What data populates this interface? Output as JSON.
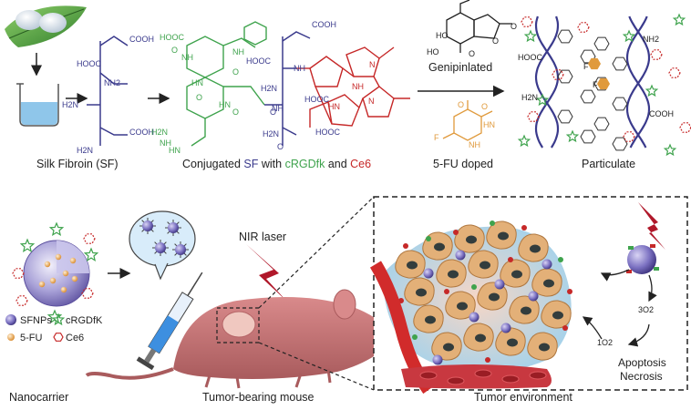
{
  "top": {
    "step1_label": "Silk Fibroin (SF)",
    "step2_label_prefix": "Conjugated ",
    "step2_label_sf": "SF",
    "step2_label_mid": " with ",
    "step2_label_rgd": "cRGDfk",
    "step2_label_and": " and ",
    "step2_label_ce6": "Ce6",
    "step3_top_label": "Genipinlated",
    "step3_bottom_label": "5-FU doped",
    "step4_label": "Particulate",
    "sf_groups": [
      "COOH",
      "HOOC",
      "NH2",
      "H2N",
      "COOH",
      "H2N"
    ],
    "conj_groups": [
      "COOH",
      "HOOC",
      "NH",
      "H2N",
      "O",
      "NH",
      "H2N",
      "O",
      "HOOC",
      "HOOC"
    ],
    "rgd_groups": [
      "HOOC",
      "O",
      "NH",
      "NH",
      "O",
      "HN",
      "O",
      "HN",
      "O",
      "H2N",
      "NH",
      "HN"
    ],
    "ce6_groups": [
      "NH",
      "N",
      "N",
      "HN"
    ],
    "genipin_groups": [
      "HO",
      "HO",
      "O",
      "O",
      "O"
    ],
    "fu_groups": [
      "O",
      "HN",
      "NH",
      "O",
      "F"
    ],
    "particle_groups": [
      "HOOC",
      "NH2",
      "H2N",
      "COOH",
      "F",
      "F"
    ]
  },
  "bottom": {
    "nanocarrier_label": "Nanocarrier",
    "mouse_label": "Tumor-bearing mouse",
    "tumor_label": "Tumor environment",
    "nir_label": "NIR laser",
    "legend": {
      "sfnps": "SFNPs",
      "crgdfk": "cRGDfK",
      "fu": "5-FU",
      "ce6": "Ce6"
    },
    "triplet_o2": "3O2",
    "singlet_o2": "1O2",
    "apoptosis": "Apoptosis",
    "necrosis": "Necrosis"
  },
  "colors": {
    "sf": "#3a3a8c",
    "rgd": "#3fa34d",
    "ce6": "#c62828",
    "fu": "#e09a3c",
    "nanoparticle": "#6a5fb0",
    "mouse": "#c9787a",
    "tumor_cell": "#e3b078",
    "vessel": "#d12b2b",
    "laser": "#b0182a"
  }
}
